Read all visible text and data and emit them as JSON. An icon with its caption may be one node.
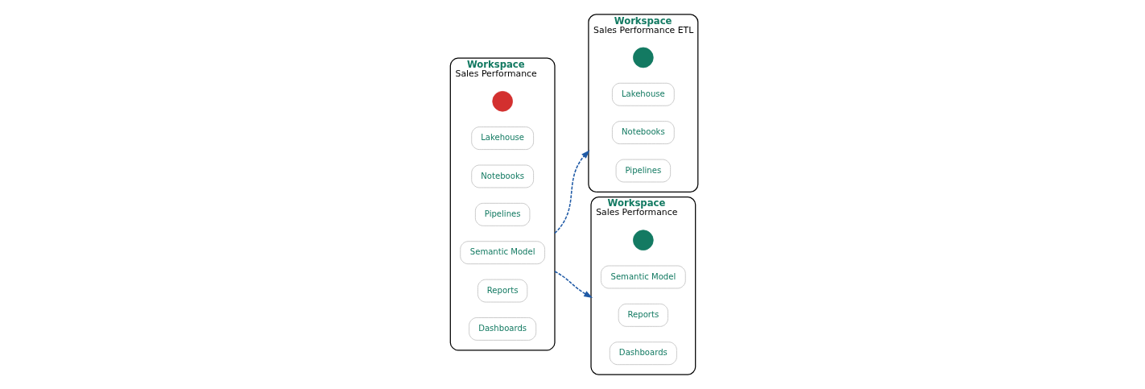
{
  "diagram": {
    "nodes": [
      {
        "text": [
          "Workspace",
          "Sales Performance"
        ]
      },
      {
        "text": [],
        "shape": "circle",
        "in": 0
      },
      {
        "text": [
          "Lakehouse"
        ],
        "in": 0
      },
      {
        "text": [
          "Notebooks"
        ],
        "in": 0
      },
      {
        "text": [
          "Pipelines"
        ],
        "in": 0
      },
      {
        "text": [
          "Semantic Model"
        ],
        "in": 0
      },
      {
        "text": [
          "Reports"
        ],
        "in": 0
      },
      {
        "text": [
          "Dashboards"
        ],
        "in": 0
      },
      {
        "text": [
          "Workspace",
          "Sales Performance ETL"
        ]
      },
      {
        "text": [],
        "shape": "circle",
        "in": 8
      },
      {
        "text": [
          "Lakehouse"
        ],
        "in": 8
      },
      {
        "text": [
          "Notebooks"
        ],
        "in": 8
      },
      {
        "text": [
          "Pipelines"
        ],
        "in": 8
      },
      {
        "text": [
          "Workspace",
          "Sales Performance"
        ]
      },
      {
        "text": [],
        "shape": "circle",
        "in": 13
      },
      {
        "text": [
          "Semantic Model"
        ],
        "in": 13
      },
      {
        "text": [
          "Reports"
        ],
        "in": 13
      },
      {
        "text": [
          "Dashboards"
        ],
        "in": 13
      }
    ],
    "edges": [
      {
        "from": 0,
        "to": 8,
        "arrow": "to",
        "style": "dashed",
        "color": "#1f5aa6"
      },
      {
        "from": 0,
        "to": 13,
        "arrow": "to",
        "style": "dashed",
        "color": "#1f5aa6"
      }
    ]
  }
}
